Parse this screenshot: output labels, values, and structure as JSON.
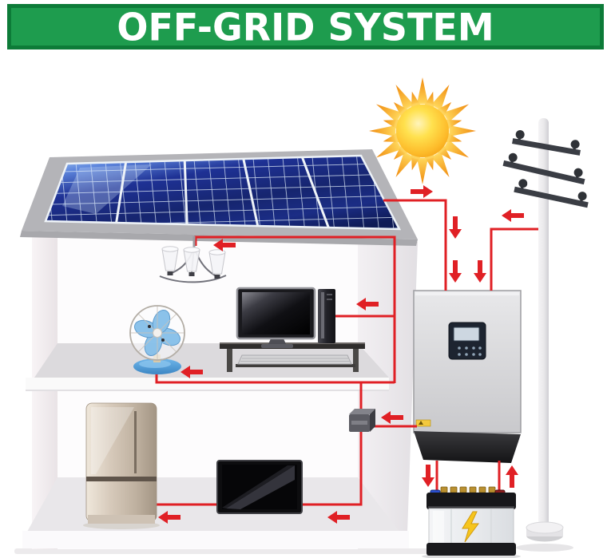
{
  "header": {
    "title": "OFF-GRID SYSTEM",
    "background": "#1e9c4e",
    "border_color": "#0d7b38",
    "text_color": "#ffffff"
  },
  "colors": {
    "wire": "#e02025",
    "arrow": "#e02025",
    "panel_blue_dark": "#16256f",
    "panel_blue_light": "#b9dcf8",
    "roof_gray": "#b4b4b8",
    "sun_yellow": "#ffd84d",
    "sun_orange": "#f29c12",
    "inverter_gray": "#d9d9db",
    "inverter_base_dark": "#1f1f23",
    "battery_bolt_yellow": "#f6c51d",
    "fan_blue": "#5aa7e0",
    "fridge_beige": "#c9bbaa",
    "pole_gray": "#e6e5e8"
  },
  "components": [
    {
      "name": "sun",
      "icon": "sun-icon"
    },
    {
      "name": "solar-panel-array",
      "icon": "solar-panel-icon"
    },
    {
      "name": "utility-pole",
      "icon": "power-pole-icon"
    },
    {
      "name": "house",
      "icon": "house-icon"
    },
    {
      "name": "ceiling-lamp",
      "icon": "lamp-icon"
    },
    {
      "name": "table-fan",
      "icon": "fan-icon"
    },
    {
      "name": "desktop-computer",
      "icon": "computer-icon"
    },
    {
      "name": "refrigerator",
      "icon": "fridge-icon"
    },
    {
      "name": "television",
      "icon": "tv-icon"
    },
    {
      "name": "wall-junction-box",
      "icon": "junction-box-icon"
    },
    {
      "name": "inverter",
      "icon": "inverter-icon"
    },
    {
      "name": "battery",
      "icon": "battery-icon"
    }
  ],
  "connections": [
    {
      "from": "solar-panel-array",
      "to": "inverter"
    },
    {
      "from": "utility-pole",
      "to": "inverter"
    },
    {
      "from": "inverter",
      "to": "battery"
    },
    {
      "from": "battery",
      "to": "inverter"
    },
    {
      "from": "inverter",
      "to": "wall-junction-box"
    },
    {
      "from": "wall-junction-box",
      "to": "ceiling-lamp"
    },
    {
      "from": "wall-junction-box",
      "to": "table-fan"
    },
    {
      "from": "wall-junction-box",
      "to": "desktop-computer"
    },
    {
      "from": "wall-junction-box",
      "to": "television"
    },
    {
      "from": "wall-junction-box",
      "to": "refrigerator"
    }
  ]
}
